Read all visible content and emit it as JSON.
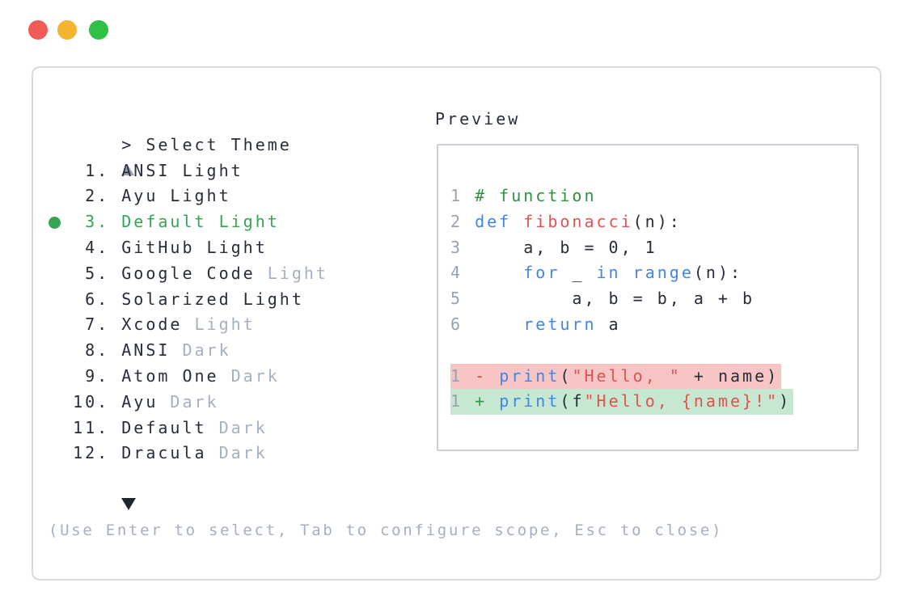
{
  "palette": {
    "dot-red": "#f25b54",
    "dot-yellow": "#f2b52d",
    "dot-green": "#2ec146",
    "panel-border": "#d7dbe2",
    "preview-border": "#ccd1d9",
    "text-dark": "#272e39",
    "text-muted": "#a6b0c0",
    "text-selected": "#35a554",
    "arrow-up": "#97a1b2",
    "arrow-down": "#1e2530",
    "lineno": "#99a2b2",
    "kw": "#4285e8",
    "fn": "#df5450",
    "str": "#df5450",
    "comment": "#2d9140",
    "diff-minus": "#d64843",
    "diff-plus": "#2f9c44",
    "bg-removed": "#f7c6c4",
    "bg-added": "#c6e7d0"
  },
  "selector": {
    "prompt": "> Select Theme",
    "items": [
      {
        "num": "   1. ",
        "name": "ANSI Light",
        "muted": "",
        "selected": false
      },
      {
        "num": "   2. ",
        "name": "Ayu Light",
        "muted": "",
        "selected": false
      },
      {
        "num": "   3. ",
        "name": "Default Light",
        "muted": "",
        "selected": true
      },
      {
        "num": "   4. ",
        "name": "GitHub Light",
        "muted": "",
        "selected": false
      },
      {
        "num": "   5. ",
        "name": "Google Code",
        "muted": " Light",
        "selected": false
      },
      {
        "num": "   6. ",
        "name": "Solarized Light",
        "muted": "",
        "selected": false
      },
      {
        "num": "   7. ",
        "name": "Xcode",
        "muted": " Light",
        "selected": false
      },
      {
        "num": "   8. ",
        "name": "ANSI",
        "muted": " Dark",
        "selected": false
      },
      {
        "num": "   9. ",
        "name": "Atom One",
        "muted": " Dark",
        "selected": false
      },
      {
        "num": "  10. ",
        "name": "Ayu",
        "muted": " Dark",
        "selected": false
      },
      {
        "num": "  11. ",
        "name": "Default",
        "muted": " Dark",
        "selected": false
      },
      {
        "num": "  12. ",
        "name": "Dracula",
        "muted": " Dark",
        "selected": false
      }
    ],
    "help": "(Use Enter to select, Tab to configure scope, Esc to close)"
  },
  "preview": {
    "title": "Preview",
    "code_lines": [
      {
        "num": "1",
        "tokens": [
          {
            "t": "# function",
            "c": "comment"
          }
        ]
      },
      {
        "num": "2",
        "tokens": [
          {
            "t": "def ",
            "c": "kw"
          },
          {
            "t": "fibonacci",
            "c": "fn"
          },
          {
            "t": "(n):",
            "c": "plain"
          }
        ]
      },
      {
        "num": "3",
        "tokens": [
          {
            "t": "    a, b = 0, 1",
            "c": "plain"
          }
        ]
      },
      {
        "num": "4",
        "tokens": [
          {
            "t": "    ",
            "c": "plain"
          },
          {
            "t": "for",
            "c": "kw"
          },
          {
            "t": " _ ",
            "c": "plain"
          },
          {
            "t": "in",
            "c": "kw"
          },
          {
            "t": " ",
            "c": "plain"
          },
          {
            "t": "range",
            "c": "kw"
          },
          {
            "t": "(n):",
            "c": "plain"
          }
        ]
      },
      {
        "num": "5",
        "tokens": [
          {
            "t": "        a, b = b, a + b",
            "c": "plain"
          }
        ]
      },
      {
        "num": "6",
        "tokens": [
          {
            "t": "    ",
            "c": "plain"
          },
          {
            "t": "return",
            "c": "kw"
          },
          {
            "t": " a",
            "c": "plain"
          }
        ]
      },
      {
        "num": "",
        "tokens": []
      },
      {
        "num": "1",
        "bg": "removed",
        "tokens": [
          {
            "t": "-",
            "c": "minus"
          },
          {
            "t": " ",
            "c": "plain"
          },
          {
            "t": "print",
            "c": "kw"
          },
          {
            "t": "(",
            "c": "plain"
          },
          {
            "t": "\"Hello, \"",
            "c": "str"
          },
          {
            "t": " + name)",
            "c": "plain"
          }
        ]
      },
      {
        "num": "1",
        "bg": "added",
        "tokens": [
          {
            "t": "+",
            "c": "plus"
          },
          {
            "t": " ",
            "c": "plain"
          },
          {
            "t": "print",
            "c": "kw"
          },
          {
            "t": "(f",
            "c": "plain"
          },
          {
            "t": "\"Hello, {name}!\"",
            "c": "str"
          },
          {
            "t": ")",
            "c": "plain"
          }
        ]
      }
    ]
  }
}
